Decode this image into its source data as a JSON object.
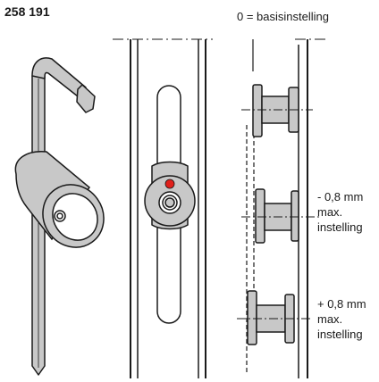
{
  "article_number": "258 191",
  "labels": {
    "basis": "0 = basisinstelling",
    "minus_value": "- 0,8 mm",
    "minus_line2": "max.",
    "minus_line3": "instelling",
    "plus_value": "+ 0,8 mm",
    "plus_line2": "max.",
    "plus_line3": "instelling"
  },
  "icons": [
    "hex-key-icon",
    "eccentric-bushing-icon",
    "hinge-profile-icon",
    "adjustment-knob-icon",
    "hinge-roller-icon"
  ],
  "colors": {
    "line": "#1a1a1a",
    "metal": "#c8c8c8",
    "metal_dark": "#a9a9a9",
    "marker": "#e0201b"
  }
}
